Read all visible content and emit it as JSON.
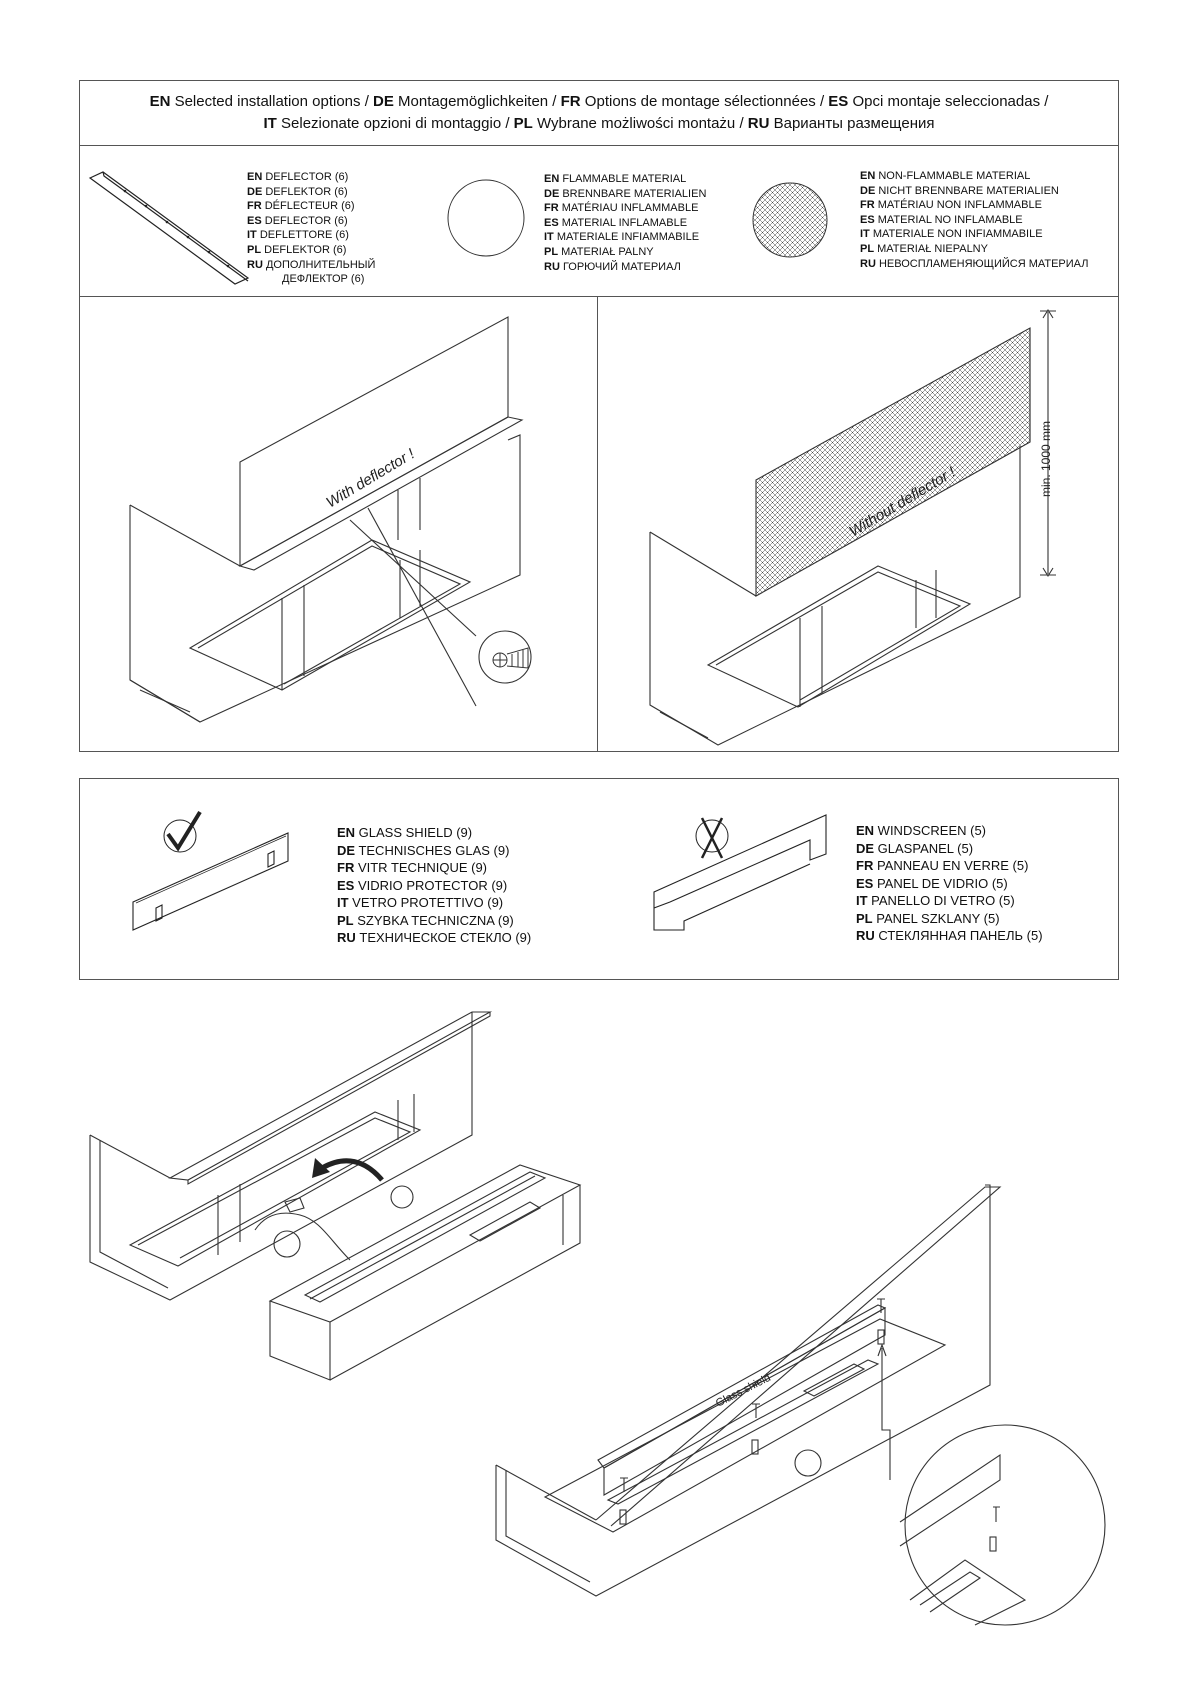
{
  "header": {
    "line1": [
      {
        "code": "EN",
        "text": " Selected installation options / "
      },
      {
        "code": "DE",
        "text": " Montagemöglichkeiten / "
      },
      {
        "code": "FR",
        "text": " Options de montage sélectionnées / "
      },
      {
        "code": "ES",
        "text": " Opci montaje seleccionadas /"
      }
    ],
    "line2": [
      {
        "code": "IT",
        "text": " Selezionate opzioni di montaggio / "
      },
      {
        "code": "PL",
        "text": " Wybrane możliwości montażu / "
      },
      {
        "code": "RU",
        "text": " Варианты размещения"
      }
    ]
  },
  "legend": {
    "deflector": [
      {
        "code": "EN",
        "text": " DEFLECTOR (6)"
      },
      {
        "code": "DE",
        "text": " DEFLEKTOR (6)"
      },
      {
        "code": "FR",
        "text": " DÉFLECTEUR (6)"
      },
      {
        "code": "ES",
        "text": " DEFLECTOR (6)"
      },
      {
        "code": "IT",
        "text": " DEFLETTORE (6)"
      },
      {
        "code": "PL",
        "text": " DEFLEKTOR (6)"
      },
      {
        "code": "RU",
        "text": " ДОПОЛНИТЕЛЬНЫЙ"
      },
      {
        "code": "",
        "text": "ДЕФЛЕКТОР   (6)"
      }
    ],
    "flammable": [
      {
        "code": "EN",
        "text": " FLAMMABLE MATERIAL"
      },
      {
        "code": "DE",
        "text": " BRENNBARE MATERIALIEN"
      },
      {
        "code": "FR",
        "text": " MATÉRIAU INFLAMMABLE"
      },
      {
        "code": "ES",
        "text": " MATERIAL INFLAMABLE"
      },
      {
        "code": "IT",
        "text": " MATERIALE INFIAMMABILE"
      },
      {
        "code": "PL",
        "text": " MATERIAŁ PALNY"
      },
      {
        "code": "RU",
        "text": " ГОРЮЧИЙ МАТЕРИАЛ"
      }
    ],
    "nonflammable": [
      {
        "code": "EN",
        "text": " NON-FLAMMABLE MATERIAL"
      },
      {
        "code": "DE",
        "text": " NICHT BRENNBARE MATERIALIEN"
      },
      {
        "code": "FR",
        "text": " MATÉRIAU NON INFLAMMABLE"
      },
      {
        "code": "ES",
        "text": " MATERIAL NO INFLAMABLE"
      },
      {
        "code": "IT",
        "text": " MATERIALE NON INFIAMMABILE"
      },
      {
        "code": "PL",
        "text": " MATERIAŁ NIEPALNY"
      },
      {
        "code": "RU",
        "text": " НЕВОСПЛАМЕНЯЮЩИЙСЯ МАТЕРИАЛ"
      }
    ]
  },
  "installs": {
    "with_label": "With deflector !",
    "without_label": "Without deflector !",
    "min_height": "min. 1000 mm"
  },
  "shields": {
    "glass": [
      {
        "code": "EN",
        "text": " GLASS SHIELD (9)"
      },
      {
        "code": "DE",
        "text": " TECHNISCHES GLAS (9)"
      },
      {
        "code": "FR",
        "text": " VITR TECHNIQUE (9)"
      },
      {
        "code": "ES",
        "text": " VIDRIO PROTECTOR (9)"
      },
      {
        "code": "IT",
        "text": " VETRO PROTETTIVO (9)"
      },
      {
        "code": "PL",
        "text": " SZYBKA TECHNICZNA (9)"
      },
      {
        "code": "RU",
        "text": " ТЕХНИЧЕСКОЕ СТЕКЛО  (9)"
      }
    ],
    "windscreen": [
      {
        "code": "EN",
        "text": " WINDSCREEN (5)"
      },
      {
        "code": "DE",
        "text": " GLASPANEL (5)"
      },
      {
        "code": "FR",
        "text": " PANNEAU EN VERRE (5)"
      },
      {
        "code": "ES",
        "text": " PANEL DE VIDRIO (5)"
      },
      {
        "code": "IT",
        "text": " PANELLO DI VETRO (5)"
      },
      {
        "code": "PL",
        "text": " PANEL SZKLANY (5)"
      },
      {
        "code": "RU",
        "text": " СТЕКЛЯННАЯ ПАНЕЛЬ (5)"
      }
    ]
  },
  "assembly": {
    "glass_shield_label": "Glass shield"
  }
}
